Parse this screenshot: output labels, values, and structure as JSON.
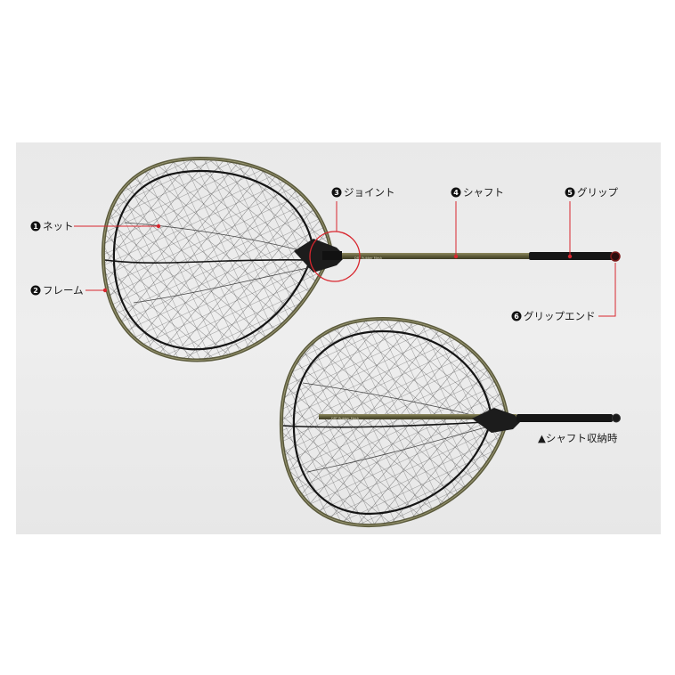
{
  "callouts": [
    {
      "num": "1",
      "label": "ネット"
    },
    {
      "num": "2",
      "label": "フレーム"
    },
    {
      "num": "3",
      "label": "ジョイント"
    },
    {
      "num": "4",
      "label": "シャフト"
    },
    {
      "num": "5",
      "label": "グリップ"
    },
    {
      "num": "6",
      "label": "グリップエンド"
    }
  ],
  "stowed_caption": "▲シャフト収納時",
  "shaft_brand_text": "DRT Rubber Mesh",
  "colors": {
    "leader": "#d8262e",
    "frame": "#5b5a3c",
    "mesh": "#222222",
    "shaft": "#6e6b44",
    "grip": "#161616"
  }
}
